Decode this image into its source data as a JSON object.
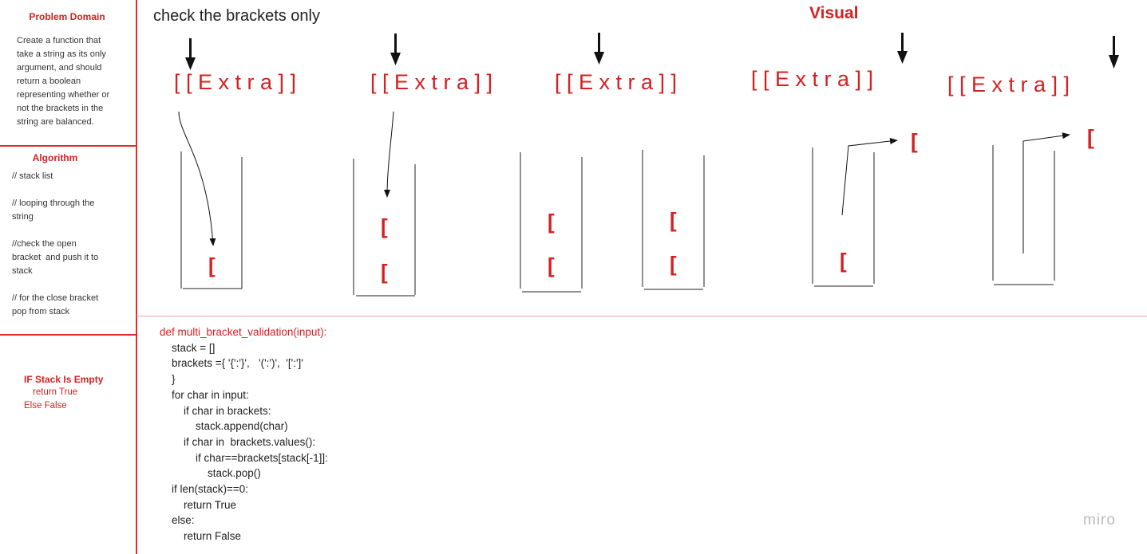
{
  "sidebar": {
    "problem_domain": {
      "title": "Problem Domain",
      "lines": [
        "Create a function that",
        "take a string as its only",
        "argument, and should",
        "return a boolean",
        "representing whether or",
        "not the brackets in the",
        "string are balanced."
      ]
    },
    "algorithm": {
      "title": "Algorithm",
      "lines": [
        "// stack list",
        "",
        "// looping through the",
        "string",
        "",
        "//check the open",
        "bracket  and push it to",
        "stack",
        "",
        "// for the close bracket",
        "pop from stack"
      ]
    },
    "result": {
      "title": "IF Stack Is Empty",
      "true_line": "return True",
      "else_line": "Else False"
    }
  },
  "header": {
    "instruction": "check the brackets only",
    "visual_title": "Visual"
  },
  "sequences": [
    "[ [ E x t r a ] ]",
    "[ [ E x t r a ] ]",
    "[ [ E x t r a ] ]",
    "[ [ E x t r a ] ]",
    "[ [ E x t r a ] ]"
  ],
  "stack_symbol": "[",
  "code": {
    "lines": [
      "def multi_bracket_validation(input):",
      "    stack = []",
      "    brackets ={ '{':'}',   '(':')',  '[':']'",
      "    }",
      "    for char in input:",
      "        if char in brackets:",
      "            stack.append(char)",
      "        if char in  brackets.values():",
      "            if char==brackets[stack[-1]]:",
      "                stack.pop()",
      "    if len(stack)==0:",
      "        return True",
      "    else:",
      "        return False"
    ]
  },
  "watermark": "miro",
  "colors": {
    "accent": "#d42020",
    "text": "#222222",
    "line": "#e02b2b"
  }
}
